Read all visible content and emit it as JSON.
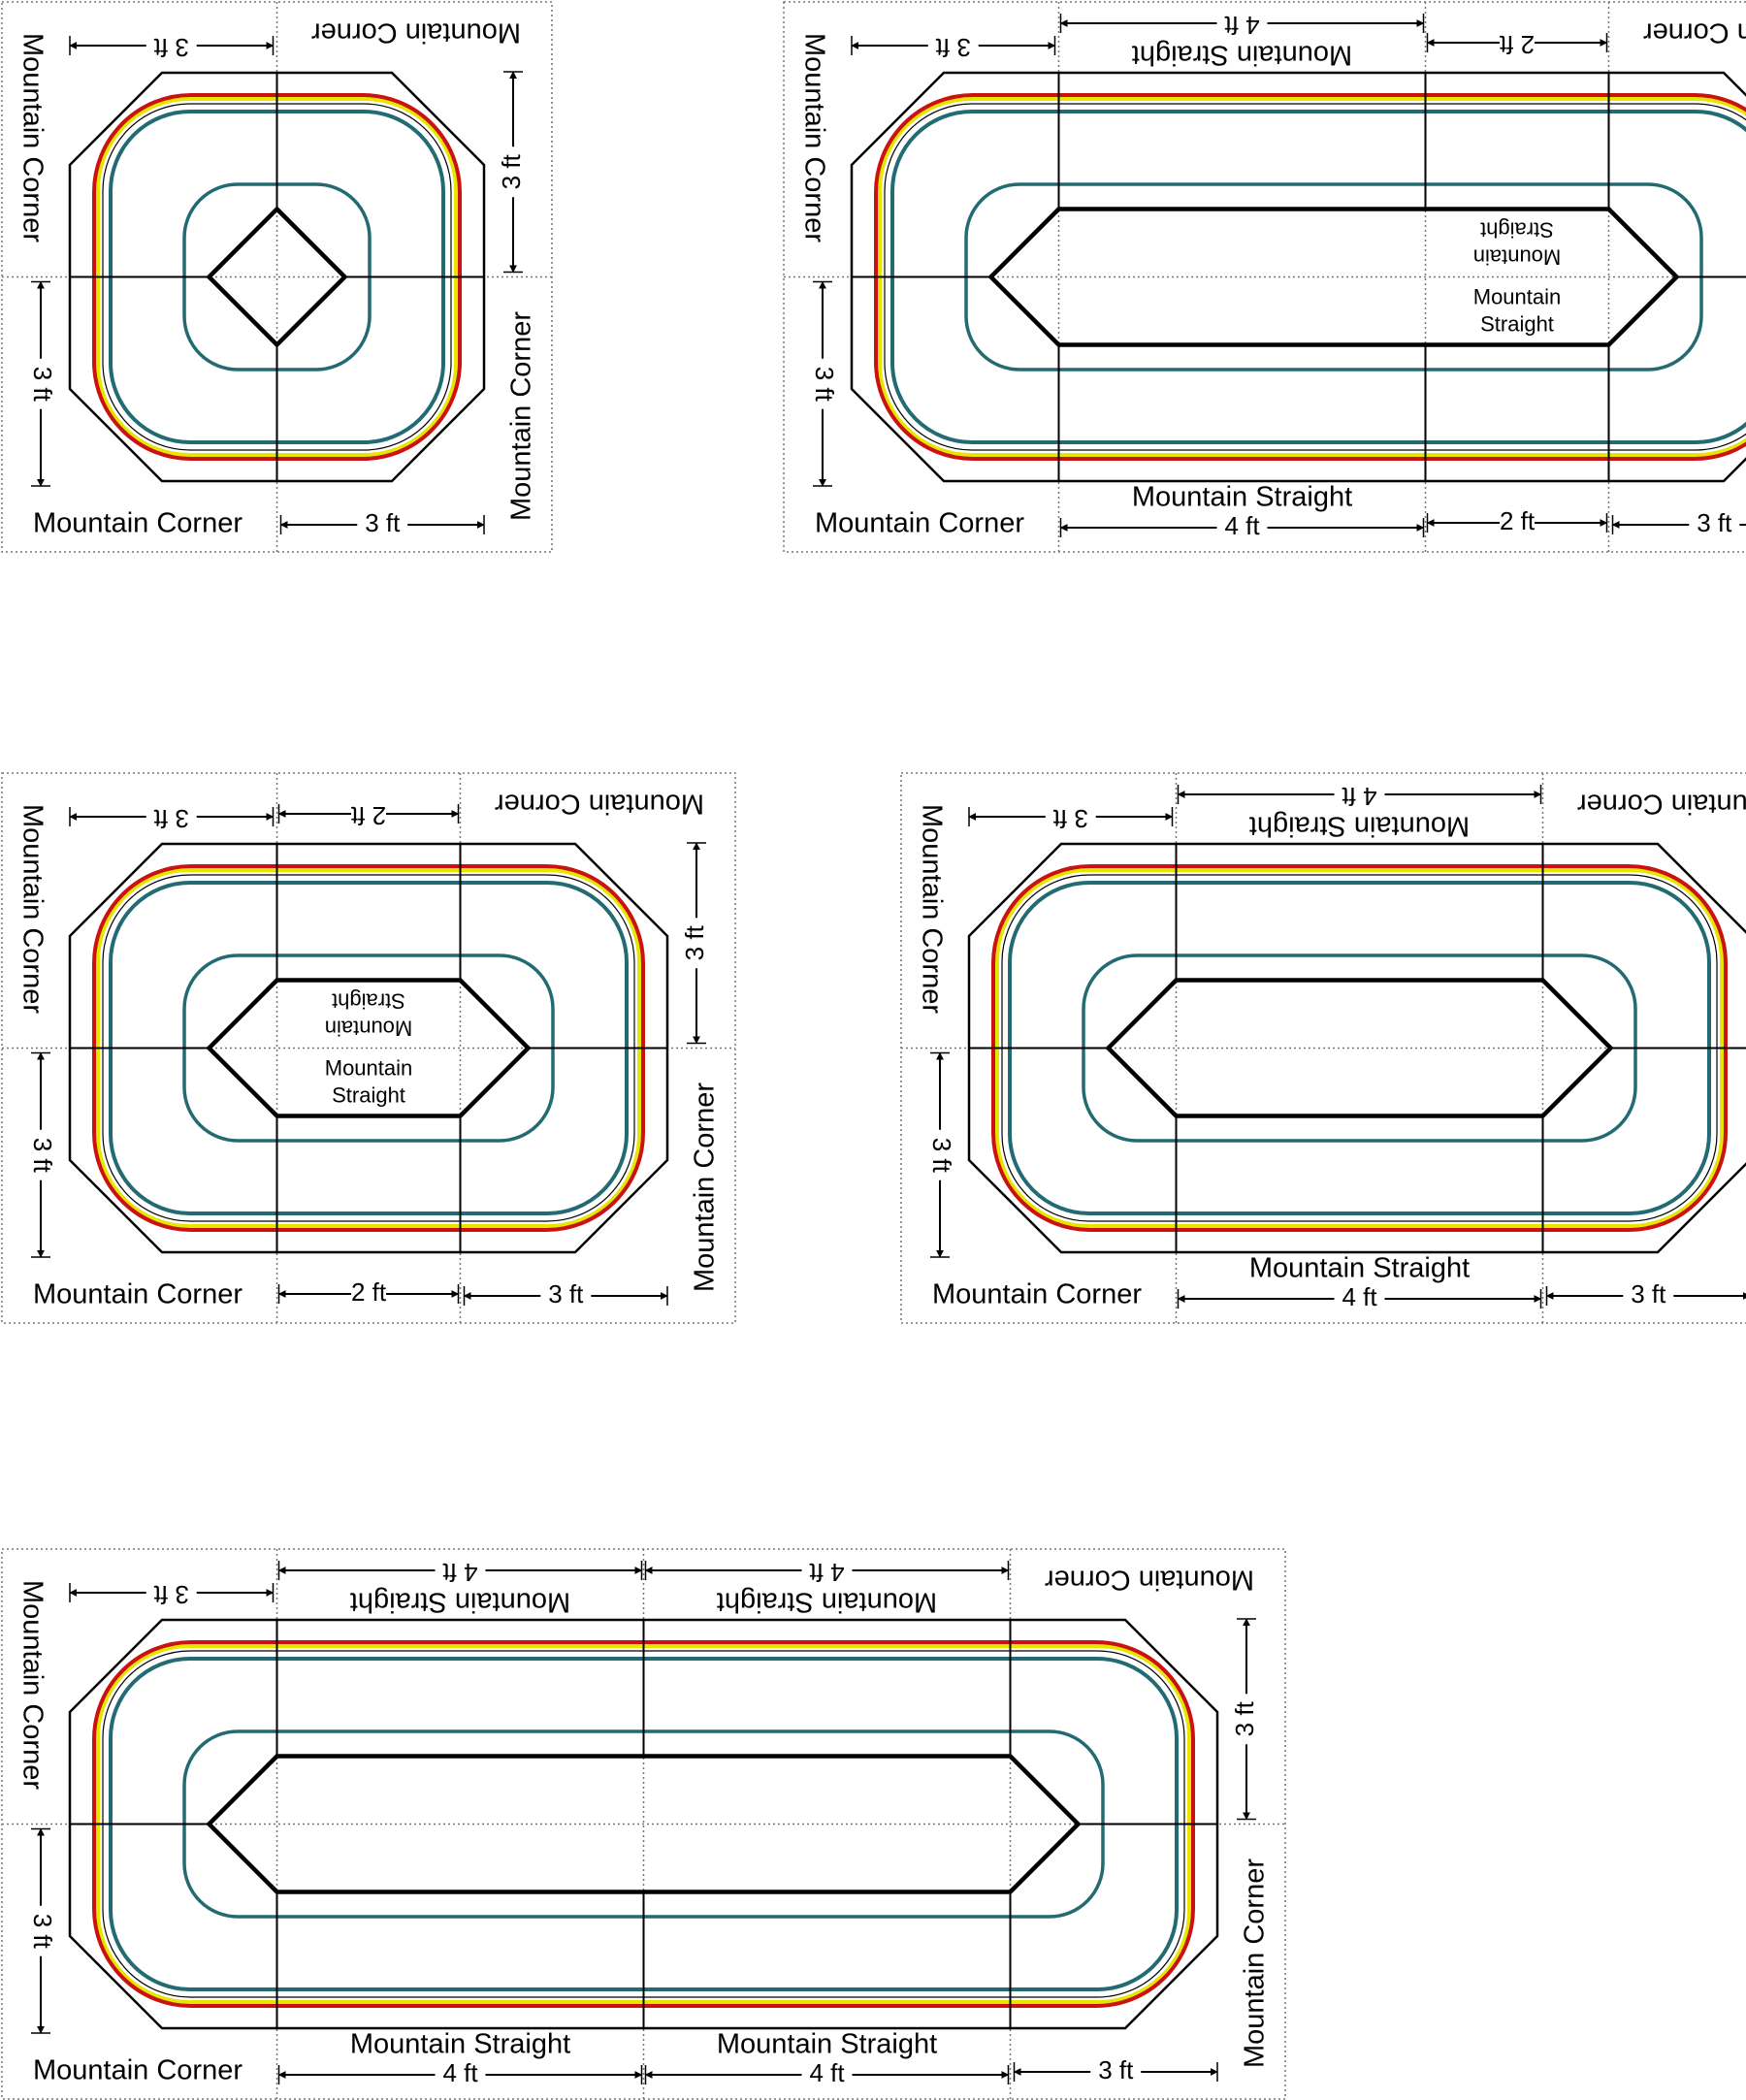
{
  "labels": {
    "corner": "Mountain Corner",
    "straight": "Mountain Straight",
    "straight_top": "Mountain",
    "straight_bottom": "Straight",
    "dim_3ft": "3 ft",
    "dim_4ft": "4 ft",
    "dim_2ft": "2 ft"
  },
  "colors": {
    "outer_rail": "#cc1111",
    "middle_rail": "#e6e600",
    "inner_rail": "#226b73",
    "frame": "#000000",
    "grid": "#777777"
  },
  "layouts": [
    {
      "id": "corners-only",
      "straights": []
    },
    {
      "id": "corners-4ft-2ft",
      "straights": [
        4,
        2
      ]
    },
    {
      "id": "corners-2ft",
      "straights": [
        2
      ]
    },
    {
      "id": "corners-4ft",
      "straights": [
        4
      ]
    },
    {
      "id": "corners-4ft-4ft",
      "straights": [
        4,
        4
      ]
    }
  ]
}
